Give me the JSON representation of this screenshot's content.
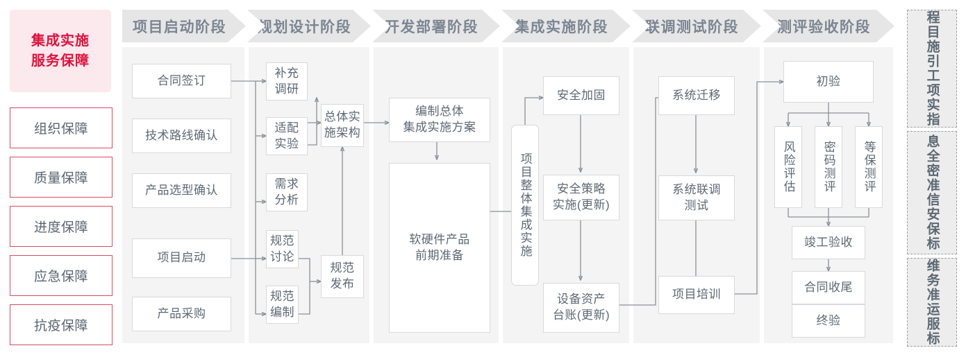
{
  "sidebar": {
    "title": "集成实施\n服务保障",
    "title_line1": "集成实施",
    "title_line2": "服务保障",
    "items": [
      {
        "label": "组织保障"
      },
      {
        "label": "质量保障"
      },
      {
        "label": "进度保障"
      },
      {
        "label": "应急保障"
      },
      {
        "label": "抗疫保障"
      }
    ]
  },
  "phases": [
    {
      "id": "phase-1",
      "label": "项目启动阶段"
    },
    {
      "id": "phase-2",
      "label": "规划设计阶段"
    },
    {
      "id": "phase-3",
      "label": "开发部署阶段"
    },
    {
      "id": "phase-4",
      "label": "集成实施阶段"
    },
    {
      "id": "phase-5",
      "label": "联调测试阶段"
    },
    {
      "id": "phase-6",
      "label": "测评验收阶段"
    }
  ],
  "nodes": {
    "p1": [
      {
        "id": "contract-sign",
        "label": "合同签订"
      },
      {
        "id": "tech-route-confirm",
        "label": "技术路线确认"
      },
      {
        "id": "product-selection-confirm",
        "label": "产品选型确认"
      },
      {
        "id": "project-kickoff",
        "label": "项目启动"
      },
      {
        "id": "product-purchase",
        "label": "产品采购"
      }
    ],
    "p2": [
      {
        "id": "supplementary-research",
        "label": "补充\n调研",
        "l1": "补充",
        "l2": "调研"
      },
      {
        "id": "adaptation-test",
        "label": "适配\n实验",
        "l1": "适配",
        "l2": "实验"
      },
      {
        "id": "requirement-analysis",
        "label": "需求\n分析",
        "l1": "需求",
        "l2": "分析"
      },
      {
        "id": "spec-discussion",
        "label": "规范\n讨论",
        "l1": "规范",
        "l2": "讨论"
      },
      {
        "id": "spec-drafting",
        "label": "规范\n编制",
        "l1": "规范",
        "l2": "编制"
      },
      {
        "id": "overall-impl-architecture",
        "label": "总体实\n施架构",
        "l1": "总体实",
        "l2": "施架构"
      },
      {
        "id": "spec-release",
        "label": "规范\n发布",
        "l1": "规范",
        "l2": "发布"
      }
    ],
    "p3": [
      {
        "id": "compile-overall-plan",
        "label": "编制总体\n集成实施方案",
        "l1": "编制总体",
        "l2": "集成实施方案"
      },
      {
        "id": "hw-sw-preparation",
        "label": "软硬件产品\n前期准备",
        "l1": "软硬件产品",
        "l2": "前期准备"
      }
    ],
    "p4": [
      {
        "id": "overall-integration-impl",
        "label": "项目整体集成实施"
      },
      {
        "id": "security-hardening",
        "label": "安全加固"
      },
      {
        "id": "security-policy-impl",
        "label": "安全策略\n实施(更新)",
        "l1": "安全策略",
        "l2": "实施(更新)"
      },
      {
        "id": "asset-ledger",
        "label": "设备资产\n台账(更新)",
        "l1": "设备资产",
        "l2": "台账(更新)"
      }
    ],
    "p5": [
      {
        "id": "system-migration",
        "label": "系统迁移"
      },
      {
        "id": "system-joint-test",
        "label": "系统联调\n测试",
        "l1": "系统联调",
        "l2": "测试"
      },
      {
        "id": "project-training",
        "label": "项目培训"
      }
    ],
    "p6": [
      {
        "id": "preliminary-acceptance",
        "label": "初验"
      },
      {
        "id": "risk-assessment",
        "label": "风险评估"
      },
      {
        "id": "crypto-evaluation",
        "label": "密码测评"
      },
      {
        "id": "mlps-evaluation",
        "label": "等保测评"
      },
      {
        "id": "completion-acceptance",
        "label": "竣工验收"
      },
      {
        "id": "contract-closure",
        "label": "合同收尾"
      },
      {
        "id": "final-acceptance",
        "label": "终验"
      }
    ]
  },
  "standards": [
    {
      "id": "std-eng-guide",
      "label": "工程项目实施指引",
      "col_right": "程目施引",
      "col_left": "工项实指"
    },
    {
      "id": "std-infosec",
      "label": "信息安全保密标准",
      "col_right": "息全密准",
      "col_left": "信安保标"
    },
    {
      "id": "std-om-service",
      "label": "运维服务标准",
      "col_right": "维务准",
      "col_left": "运服标"
    }
  ],
  "colors": {
    "brand_red": "#e1123c",
    "sidebar_title_bg": "#fce9ed",
    "sidebar_item_border": "#d94a63",
    "phase_header_bg": "#e6e6e6",
    "phase_header_text": "#7b8592",
    "phase_body_bg": "#f4f4f4",
    "box_border": "#d6d9dd",
    "box_text": "#5d6874",
    "connector": "#8a8f96",
    "standard_bg": "#ededed",
    "standard_border": "#9aa0a8"
  }
}
